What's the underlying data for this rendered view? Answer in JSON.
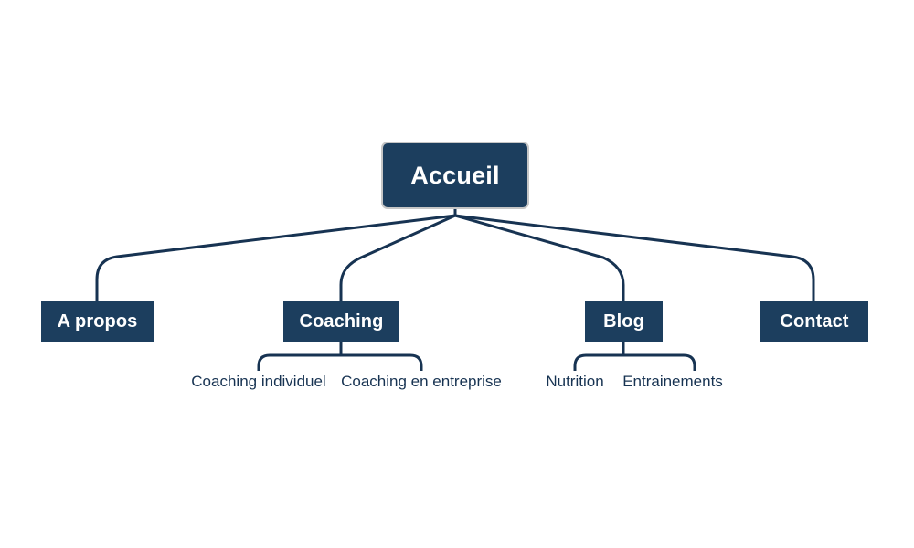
{
  "diagram": {
    "type": "sitemap-tree",
    "title": "Accueil",
    "background_color": "#ffffff",
    "node_fill_color": "#1c3e5e",
    "node_text_color": "#ffffff",
    "root_border_color": "#c6c6c6",
    "connector_color": "#173352",
    "leaf_text_color": "#173352"
  },
  "root": {
    "label": "Accueil"
  },
  "level2": [
    {
      "label": "A propos",
      "children": []
    },
    {
      "label": "Coaching",
      "children": [
        {
          "label": "Coaching individuel"
        },
        {
          "label": "Coaching en entreprise"
        }
      ]
    },
    {
      "label": "Blog",
      "children": [
        {
          "label": "Nutrition"
        },
        {
          "label": "Entrainements"
        }
      ]
    },
    {
      "label": "Contact",
      "children": []
    }
  ]
}
